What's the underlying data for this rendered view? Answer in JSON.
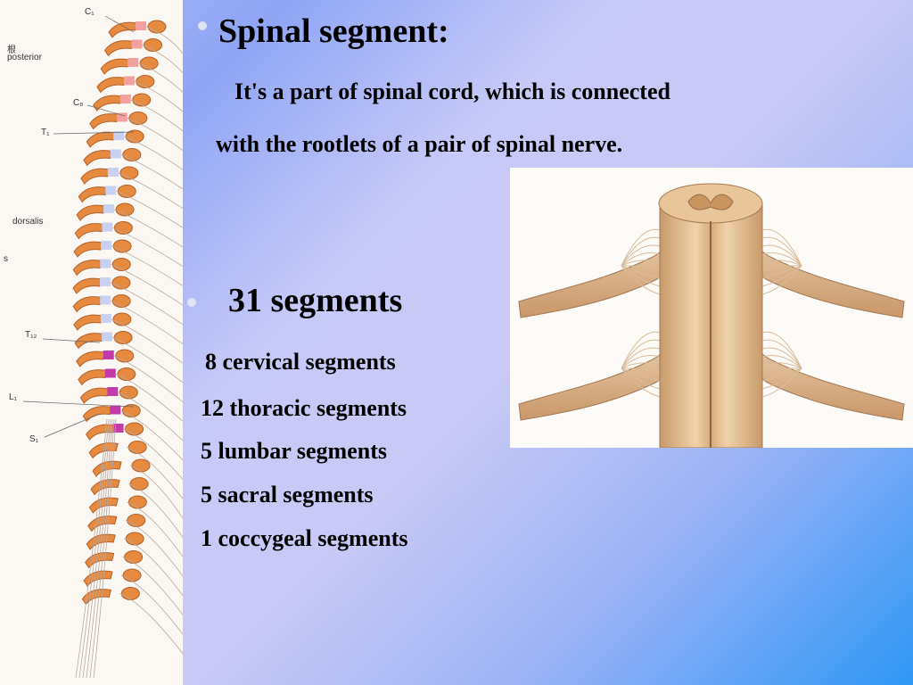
{
  "spine_figure": {
    "labels": {
      "c1": "C₁",
      "root": "根",
      "posterior": "posterior",
      "c8": "C₈",
      "t1": "T₁",
      "dorsalis": "dorsalis",
      "s": "s",
      "t12": "T₁₂",
      "l1": "L₁",
      "s1": "S₁"
    }
  },
  "section1": {
    "heading": "Spinal segment:",
    "line1": "It's a part of spinal cord, which is connected",
    "line2": "with the rootlets of a pair of  spinal nerve."
  },
  "section2": {
    "heading": "31 segments",
    "items": [
      "8 cervical segments",
      "12 thoracic segments",
      "5 lumbar segments",
      "5 sacral segments",
      "1 coccygeal segments"
    ]
  },
  "colors": {
    "bullet": "#dfe3f3",
    "vertebra": "#e58a3f",
    "cord_cervical": "#f2a0a0",
    "cord_thoracic": "#c9d1f2",
    "cord_lumbar": "#c43aa8"
  }
}
